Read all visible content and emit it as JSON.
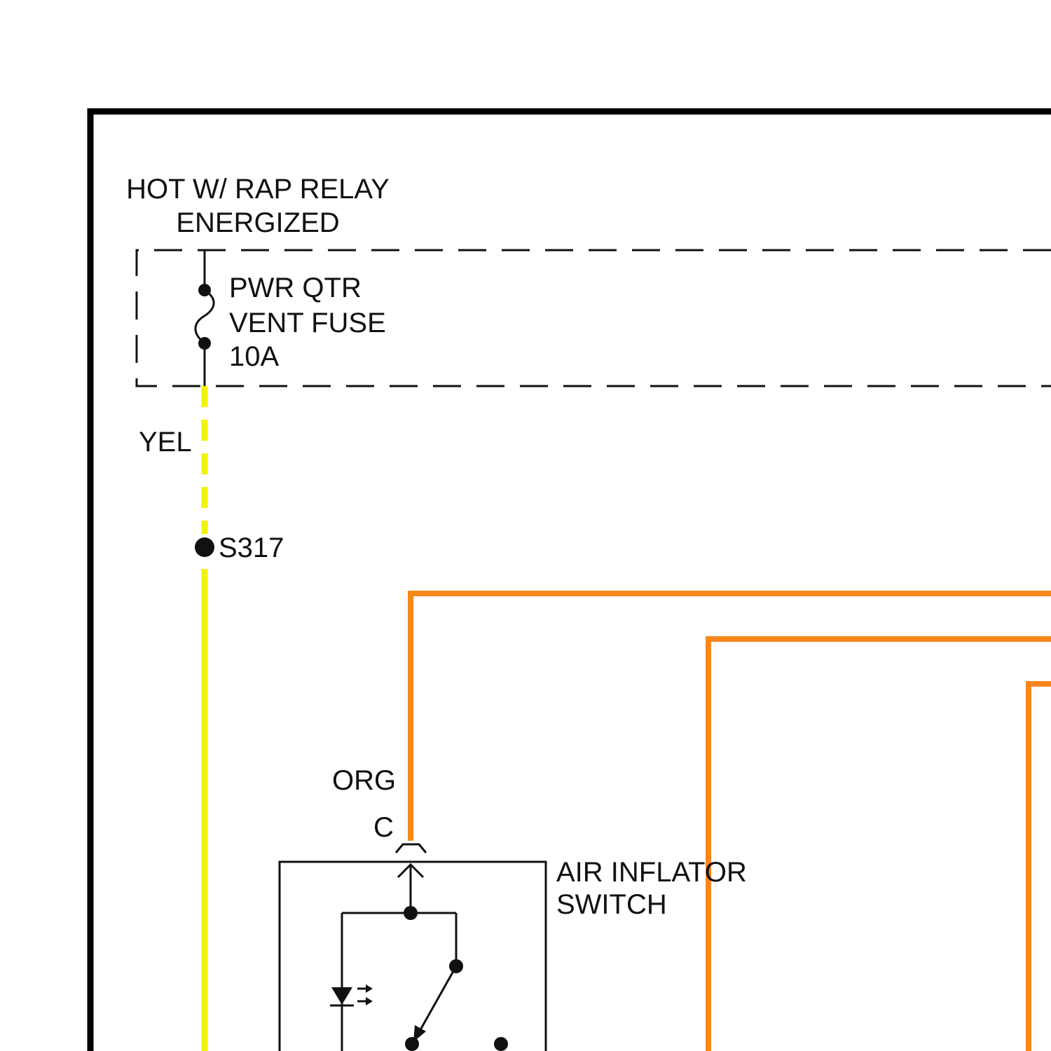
{
  "power_source": {
    "line1": "HOT W/ RAP RELAY",
    "line2": "ENERGIZED"
  },
  "fuse": {
    "name_line1": "PWR QTR",
    "name_line2": "VENT FUSE",
    "rating": "10A"
  },
  "wires": {
    "yellow_label": "YEL",
    "orange_label": "ORG"
  },
  "splice": {
    "label": "S317"
  },
  "connector": {
    "pin": "C"
  },
  "switch": {
    "name_line1": "AIR INFLATOR",
    "name_line2": "SWITCH"
  },
  "colors": {
    "border": "#000000",
    "yellow_wire": "#f2f20a",
    "orange_wire": "#f7861b",
    "line": "#111111"
  }
}
